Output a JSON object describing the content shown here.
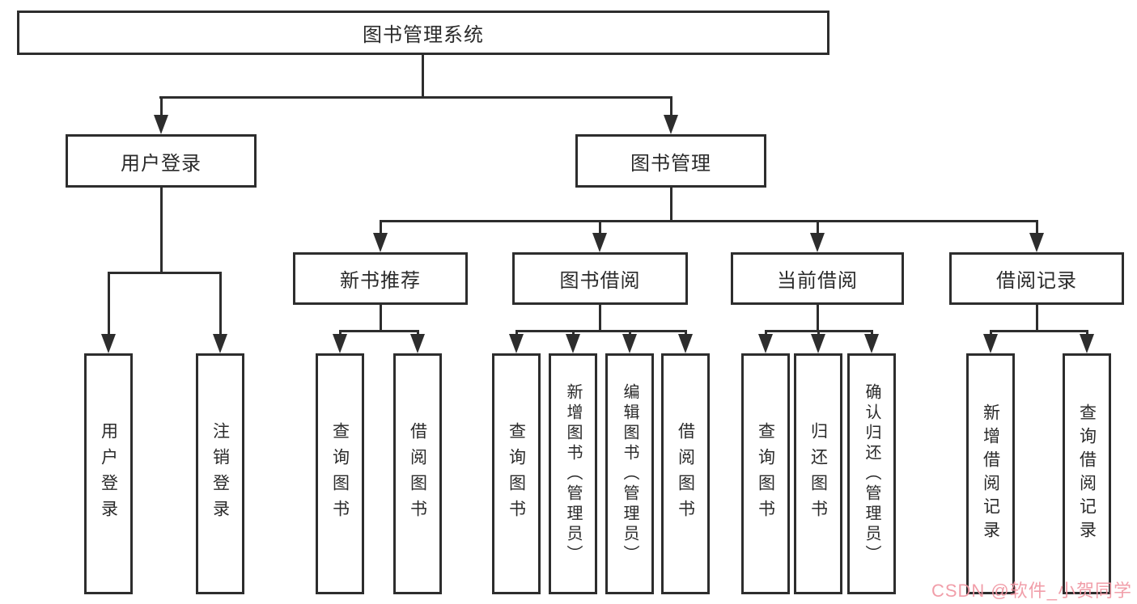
{
  "diagram": {
    "root": "图书管理系统",
    "level2": {
      "user_login": "用户登录",
      "book_management": "图书管理"
    },
    "modules": [
      "新书推荐",
      "图书借阅",
      "当前借阅",
      "借阅记录"
    ],
    "user_login_children": [
      "用户登录",
      "注销登录"
    ],
    "new_book_children": [
      "查询图书",
      "借阅图书"
    ],
    "book_borrow_children": [
      "查询图书",
      "新增图书（管理员）",
      "编辑图书（管理员）",
      "借阅图书"
    ],
    "current_borrow_children": [
      "查询图书",
      "归还图书",
      "确认归还（管理员）"
    ],
    "borrow_record_children": [
      "新增借阅记录",
      "查询借阅记录"
    ]
  },
  "watermark": "CSDN @软件_小贺同学",
  "colors": {
    "line": "#2d2d2d",
    "box_border": "#2d2d2d",
    "text": "#2a2a2a",
    "watermark": "#f096a2",
    "background": "#ffffff"
  }
}
